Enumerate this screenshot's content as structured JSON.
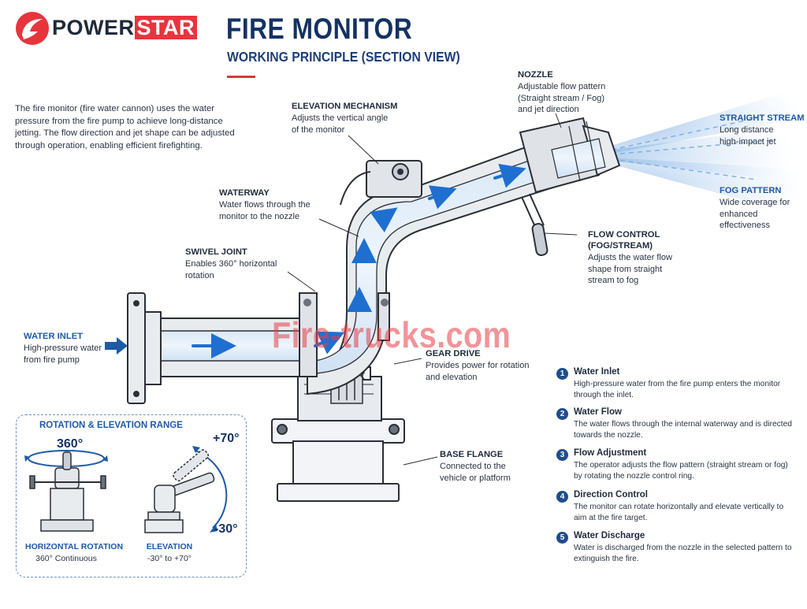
{
  "brand": {
    "name_part1": "POWER",
    "name_part2": "STAR",
    "logo_color": "#e8343c"
  },
  "header": {
    "title": "FIRE MONITOR",
    "subtitle": "WORKING PRINCIPLE (SECTION VIEW)"
  },
  "intro": "The fire monitor (fire water cannon) uses the water pressure from the fire pump to achieve long-distance jetting. The flow direction and jet shape can be adjusted through operation, enabling efficient firefighting.",
  "labels": {
    "nozzle": {
      "title": "NOZZLE",
      "desc": "Adjustable flow pattern (Straight stream / Fog) and jet direction"
    },
    "elevation": {
      "title": "ELEVATION MECHANISM",
      "desc": "Adjusts the vertical angle of the monitor"
    },
    "straight": {
      "title": "STRAIGHT STREAM",
      "desc": "Long distance high-impact jet"
    },
    "fog": {
      "title": "FOG PATTERN",
      "desc": "Wide coverage for enhanced effectiveness"
    },
    "waterway": {
      "title": "WATERWAY",
      "desc": "Water flows through the monitor to the nozzle"
    },
    "flow_control": {
      "title": "FLOW CONTROL (FOG/STREAM)",
      "desc": "Adjusts the water flow shape from straight stream to fog"
    },
    "swivel": {
      "title": "SWIVEL JOINT",
      "desc": "Enables 360° horizontal rotation"
    },
    "inlet": {
      "title": "WATER INLET",
      "desc": "High-pressure water from fire pump"
    },
    "gear": {
      "title": "GEAR DRIVE",
      "desc": "Provides power for rotation and elevation"
    },
    "base": {
      "title": "BASE FLANGE",
      "desc": "Connected to the vehicle or platform"
    }
  },
  "watermark": "Fire-trucks.com",
  "steps": [
    {
      "num": "1",
      "title": "Water Inlet",
      "desc": "High-pressure water from the fire pump enters the monitor through the inlet."
    },
    {
      "num": "2",
      "title": "Water Flow",
      "desc": "The water flows through the internal waterway and is directed towards the nozzle."
    },
    {
      "num": "3",
      "title": "Flow Adjustment",
      "desc": "The operator adjusts the flow pattern (straight stream or fog) by rotating the nozzle control ring."
    },
    {
      "num": "4",
      "title": "Direction Control",
      "desc": "The monitor can rotate horizontally and elevate vertically to aim at the fire target."
    },
    {
      "num": "5",
      "title": "Water Discharge",
      "desc": "Water is discharged from the nozzle in the selected pattern to extinguish the fire."
    }
  ],
  "range": {
    "title": "ROTATION & ELEVATION RANGE",
    "rotation_value": "360°",
    "elev_max": "+70°",
    "elev_min": "-30°",
    "horizontal_label": "HORIZONTAL ROTATION",
    "horizontal_sub": "360° Continuous",
    "elevation_label": "ELEVATION",
    "elevation_sub": "-30° to +70°"
  }
}
